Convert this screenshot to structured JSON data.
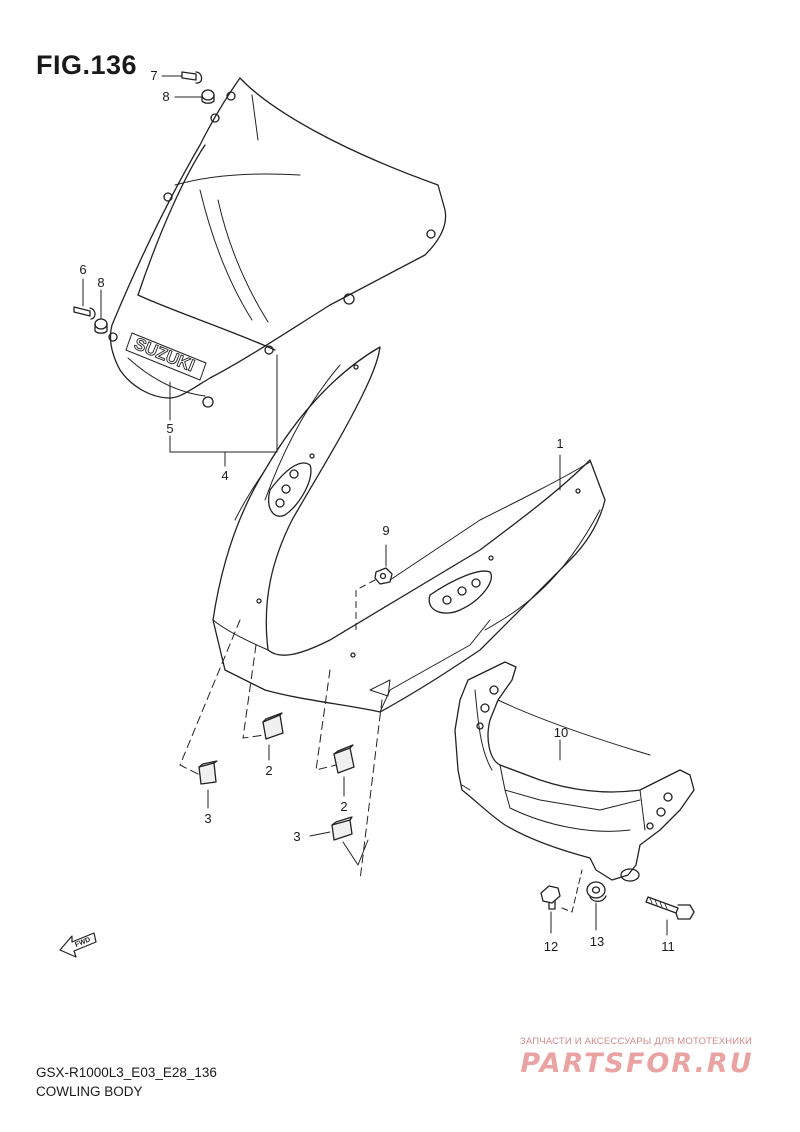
{
  "figure": {
    "title": "FIG.136",
    "model_code": "GSX-R1000L3_E03_E28_136",
    "group_name": "COWLING BODY"
  },
  "windscreen_brand": "SUZUKI",
  "fwd_label": "FWD",
  "callouts": {
    "c1": "1",
    "c2a": "2",
    "c2b": "2",
    "c3a": "3",
    "c3b": "3",
    "c4": "4",
    "c5": "5",
    "c6": "6",
    "c7": "7",
    "c8a": "8",
    "c8b": "8",
    "c9": "9",
    "c10": "10",
    "c11": "11",
    "c12": "12",
    "c13": "13"
  },
  "watermark": {
    "tagline": "ЗАПЧАСТИ И АКСЕССУАРЫ ДЛЯ МОТОТЕХНИКИ",
    "brand": "PARTSFOR.RU"
  },
  "colors": {
    "line": "#222222",
    "watermark": "#e9a3a3"
  }
}
